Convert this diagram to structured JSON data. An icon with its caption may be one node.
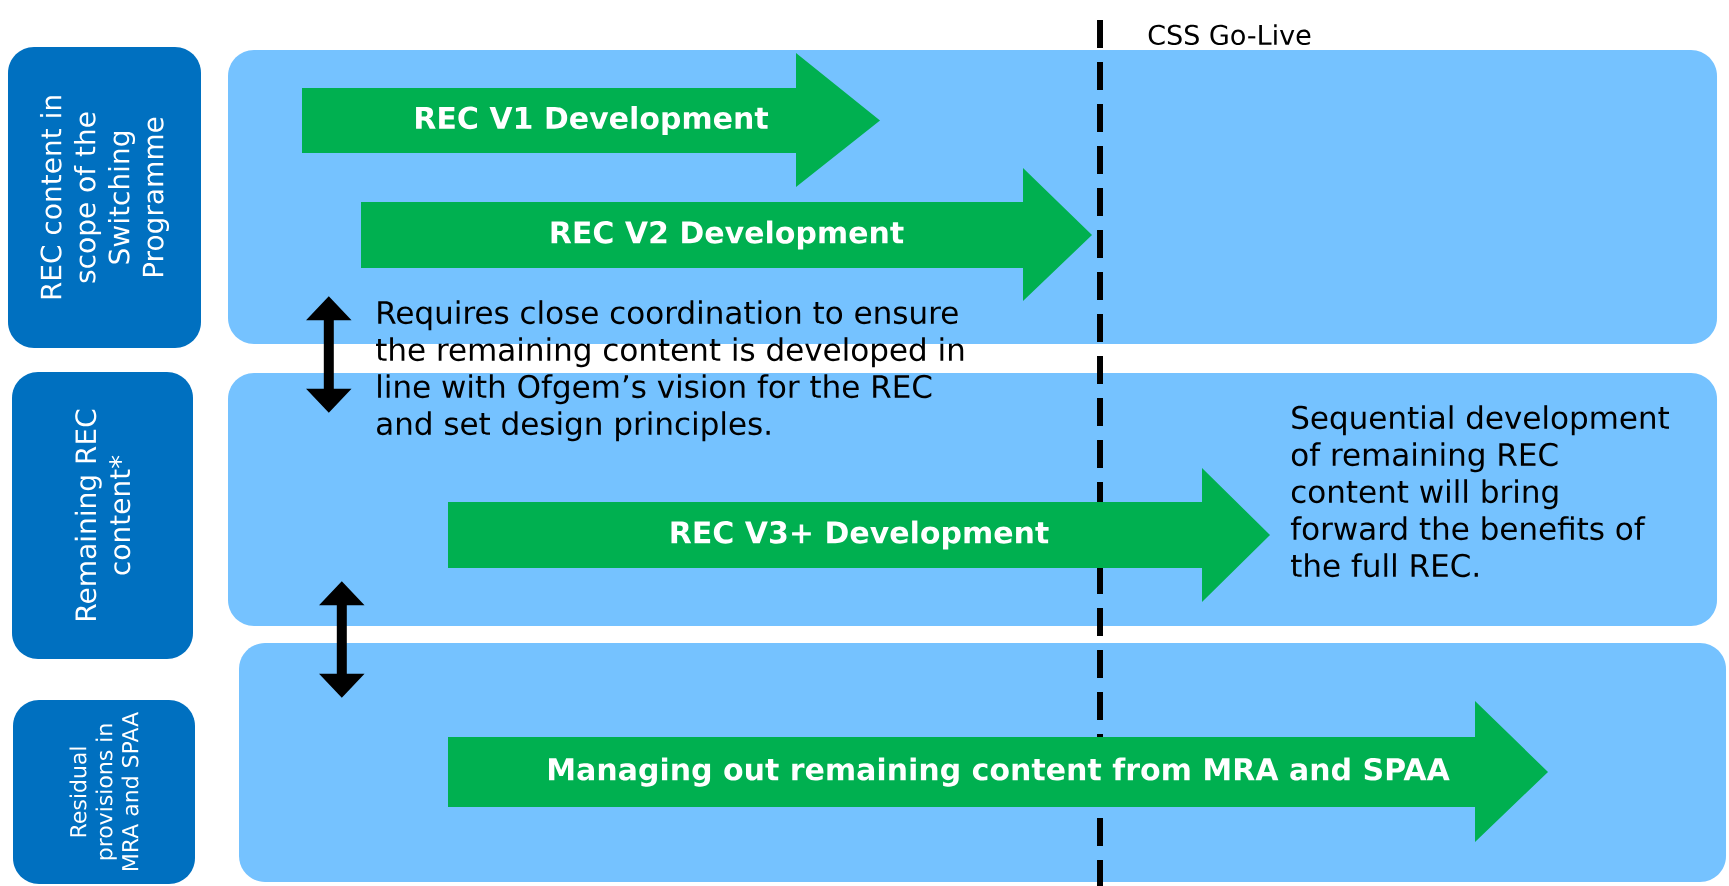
{
  "diagram": {
    "nodes": [
      {
        "text": [
          "REC content in scope of the Switching Programme"
        ]
      },
      {
        "text": [
          "Remaining REC content*"
        ]
      },
      {
        "text": [
          "Residual provisions in MRA and SPAA"
        ]
      },
      {
        "text": [],
        "shape": "box"
      },
      {
        "text": [
          "REC V1 Development"
        ],
        "in": 3
      },
      {
        "text": [
          "REC V2 Development"
        ],
        "in": 3
      },
      {
        "text": [],
        "shape": "box"
      },
      {
        "text": [
          "REC V3+ Development"
        ],
        "in": 6
      },
      {
        "text": [],
        "shape": "box"
      },
      {
        "text": [
          "Managing out remaining content from MRA and SPAA"
        ],
        "in": 8
      }
    ],
    "edges": [
      {
        "from": 3,
        "to": 6,
        "arrow": "both"
      },
      {
        "from": 6,
        "to": 8,
        "arrow": "both"
      }
    ],
    "labels": [
      "CSS Go-Live",
      "Requires close coordination to ensure the remaining content is developed in line with Ofgem’s vision for the REC and set design principles.",
      "Sequential development of remaining REC content will bring forward the benefits of the full REC."
    ]
  }
}
